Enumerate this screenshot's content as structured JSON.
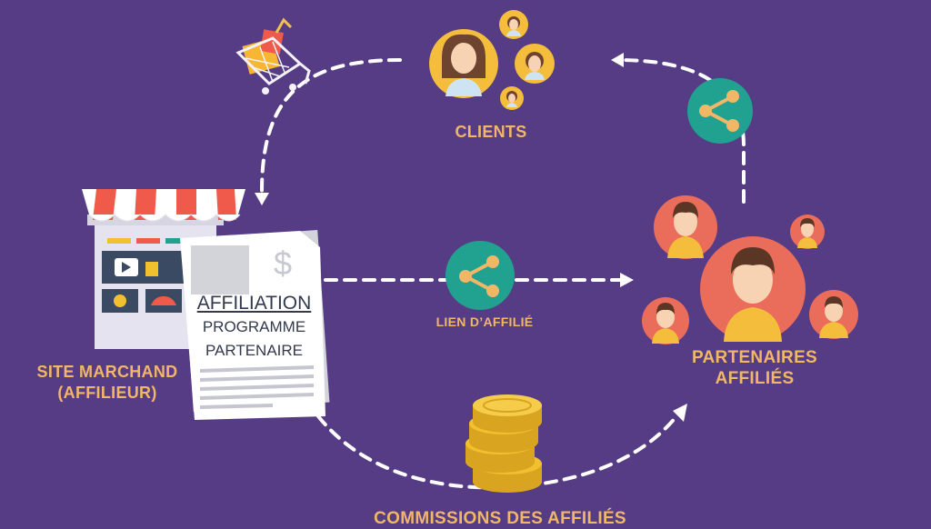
{
  "colors": {
    "background": "#553c85",
    "label": "#f2b766",
    "share_circle": "#21a290",
    "avatar_client_bg": "#f5bd3c",
    "avatar_partner_bg": "#ea6d5b",
    "coin": "#f0c02f",
    "arrow": "#ffffff"
  },
  "nodes": {
    "clients": {
      "label": "CLIENTS",
      "icon": "user-group-icon"
    },
    "merchant": {
      "label_line1": "SITE MARCHAND",
      "label_line2": "(AFFILIEUR)",
      "icon": "storefront-icon"
    },
    "document": {
      "line1": "AFFILIATION",
      "line2": "PROGRAMME",
      "line3": "PARTENAIRE",
      "icon": "dollar-icon"
    },
    "partners": {
      "label_line1": "PARTENAIRES",
      "label_line2": "AFFILIÉS",
      "icon": "user-group-icon"
    },
    "link": {
      "label": "LIEN  D’AFFILIÉ",
      "icon": "share-icon"
    },
    "commissions": {
      "label": "COMMISSIONS DES AFFILIÉS",
      "icon": "coin-stack-icon"
    },
    "cart": {
      "icon": "shopping-cart-icon"
    }
  }
}
